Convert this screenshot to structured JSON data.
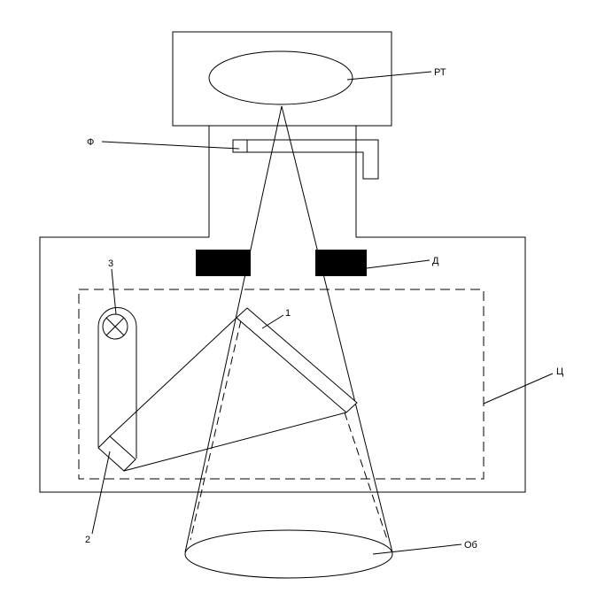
{
  "labels": {
    "rt": "РТ",
    "f": "Ф",
    "d": "Д",
    "one": "1",
    "three": "3",
    "ts": "Ц",
    "two": "2",
    "ob": "Об"
  },
  "colors": {
    "stroke": "#000000",
    "fill": "#000000",
    "background": "#ffffff"
  }
}
